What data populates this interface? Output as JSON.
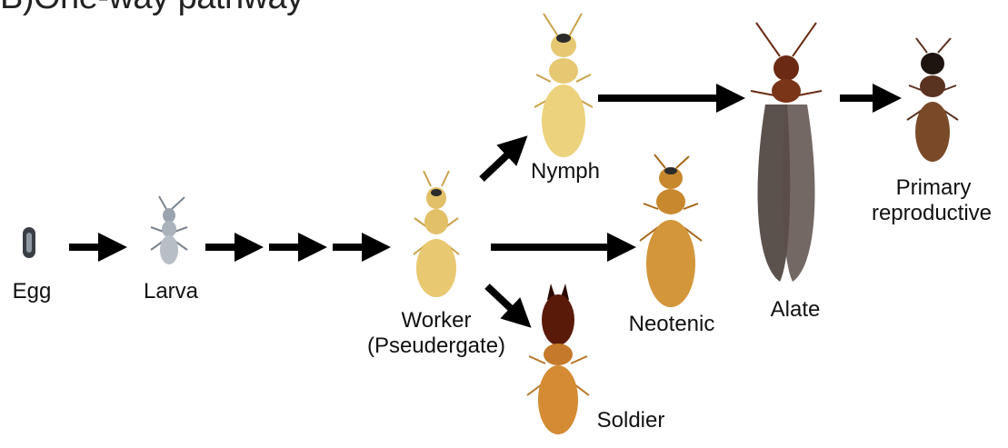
{
  "title": "B)One-way pathway",
  "stages": {
    "egg": "Egg",
    "larva": "Larva",
    "worker": "Worker",
    "worker_sub": "(Pseudergate)",
    "nymph": "Nymph",
    "neotenic": "Neotenic",
    "soldier": "Soldier",
    "alate": "Alate",
    "primary_line1": "Primary",
    "primary_line2": "reproductive"
  },
  "colors": {
    "arrow": "#000000",
    "egg": "#3a3f45",
    "larva": "#9aa3ad",
    "worker": "#e2c068",
    "nymph": "#e6c873",
    "neotenic": "#c8882e",
    "soldier_head": "#5a1a0a",
    "soldier_body": "#d48b34",
    "alate_body": "#6b2a14",
    "alate_wing": "#4a3f3a",
    "primary": "#5a3220"
  },
  "icons": [
    "egg-icon",
    "larva-icon",
    "worker-icon",
    "nymph-icon",
    "neotenic-icon",
    "soldier-icon",
    "alate-icon",
    "primary-reproductive-icon",
    "arrow-icon"
  ]
}
